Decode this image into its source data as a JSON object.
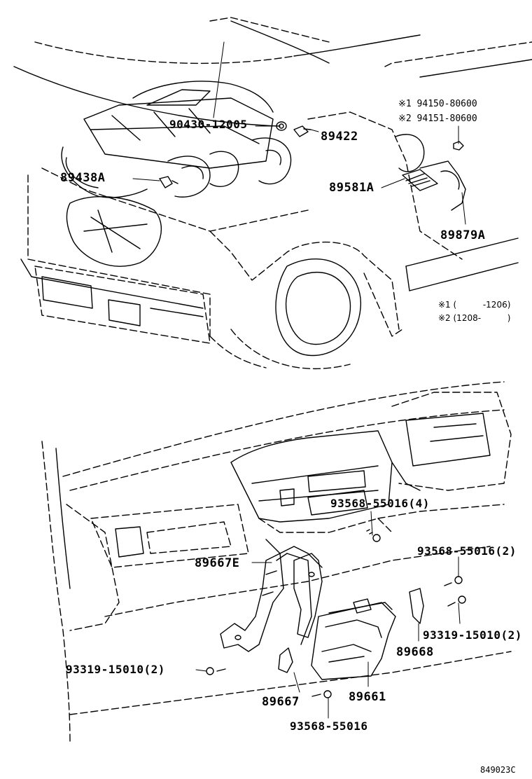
{
  "parts": {
    "p90430": "90430-12005",
    "p89422": "89422",
    "p94150": "※1 94150-80600",
    "p94151": "※2 94151-80600",
    "p89438A": "89438A",
    "p89581A": "89581A",
    "p89879A": "89879A",
    "p93568_4": "93568-55016(4)",
    "p93568_2": "93568-55016(2)",
    "p89667E": "89667E",
    "p93319_r": "93319-15010(2)",
    "p89668": "89668",
    "p93319_l": "93319-15010(2)",
    "p89661": "89661",
    "p89667": "89667",
    "p93568": "93568-55016"
  },
  "notes": {
    "n1_mark": "※1 (",
    "n1_range": "-1206)",
    "n2_mark": "※2 (1208-",
    "n2_close": ")"
  },
  "diagram_code": "849023C"
}
